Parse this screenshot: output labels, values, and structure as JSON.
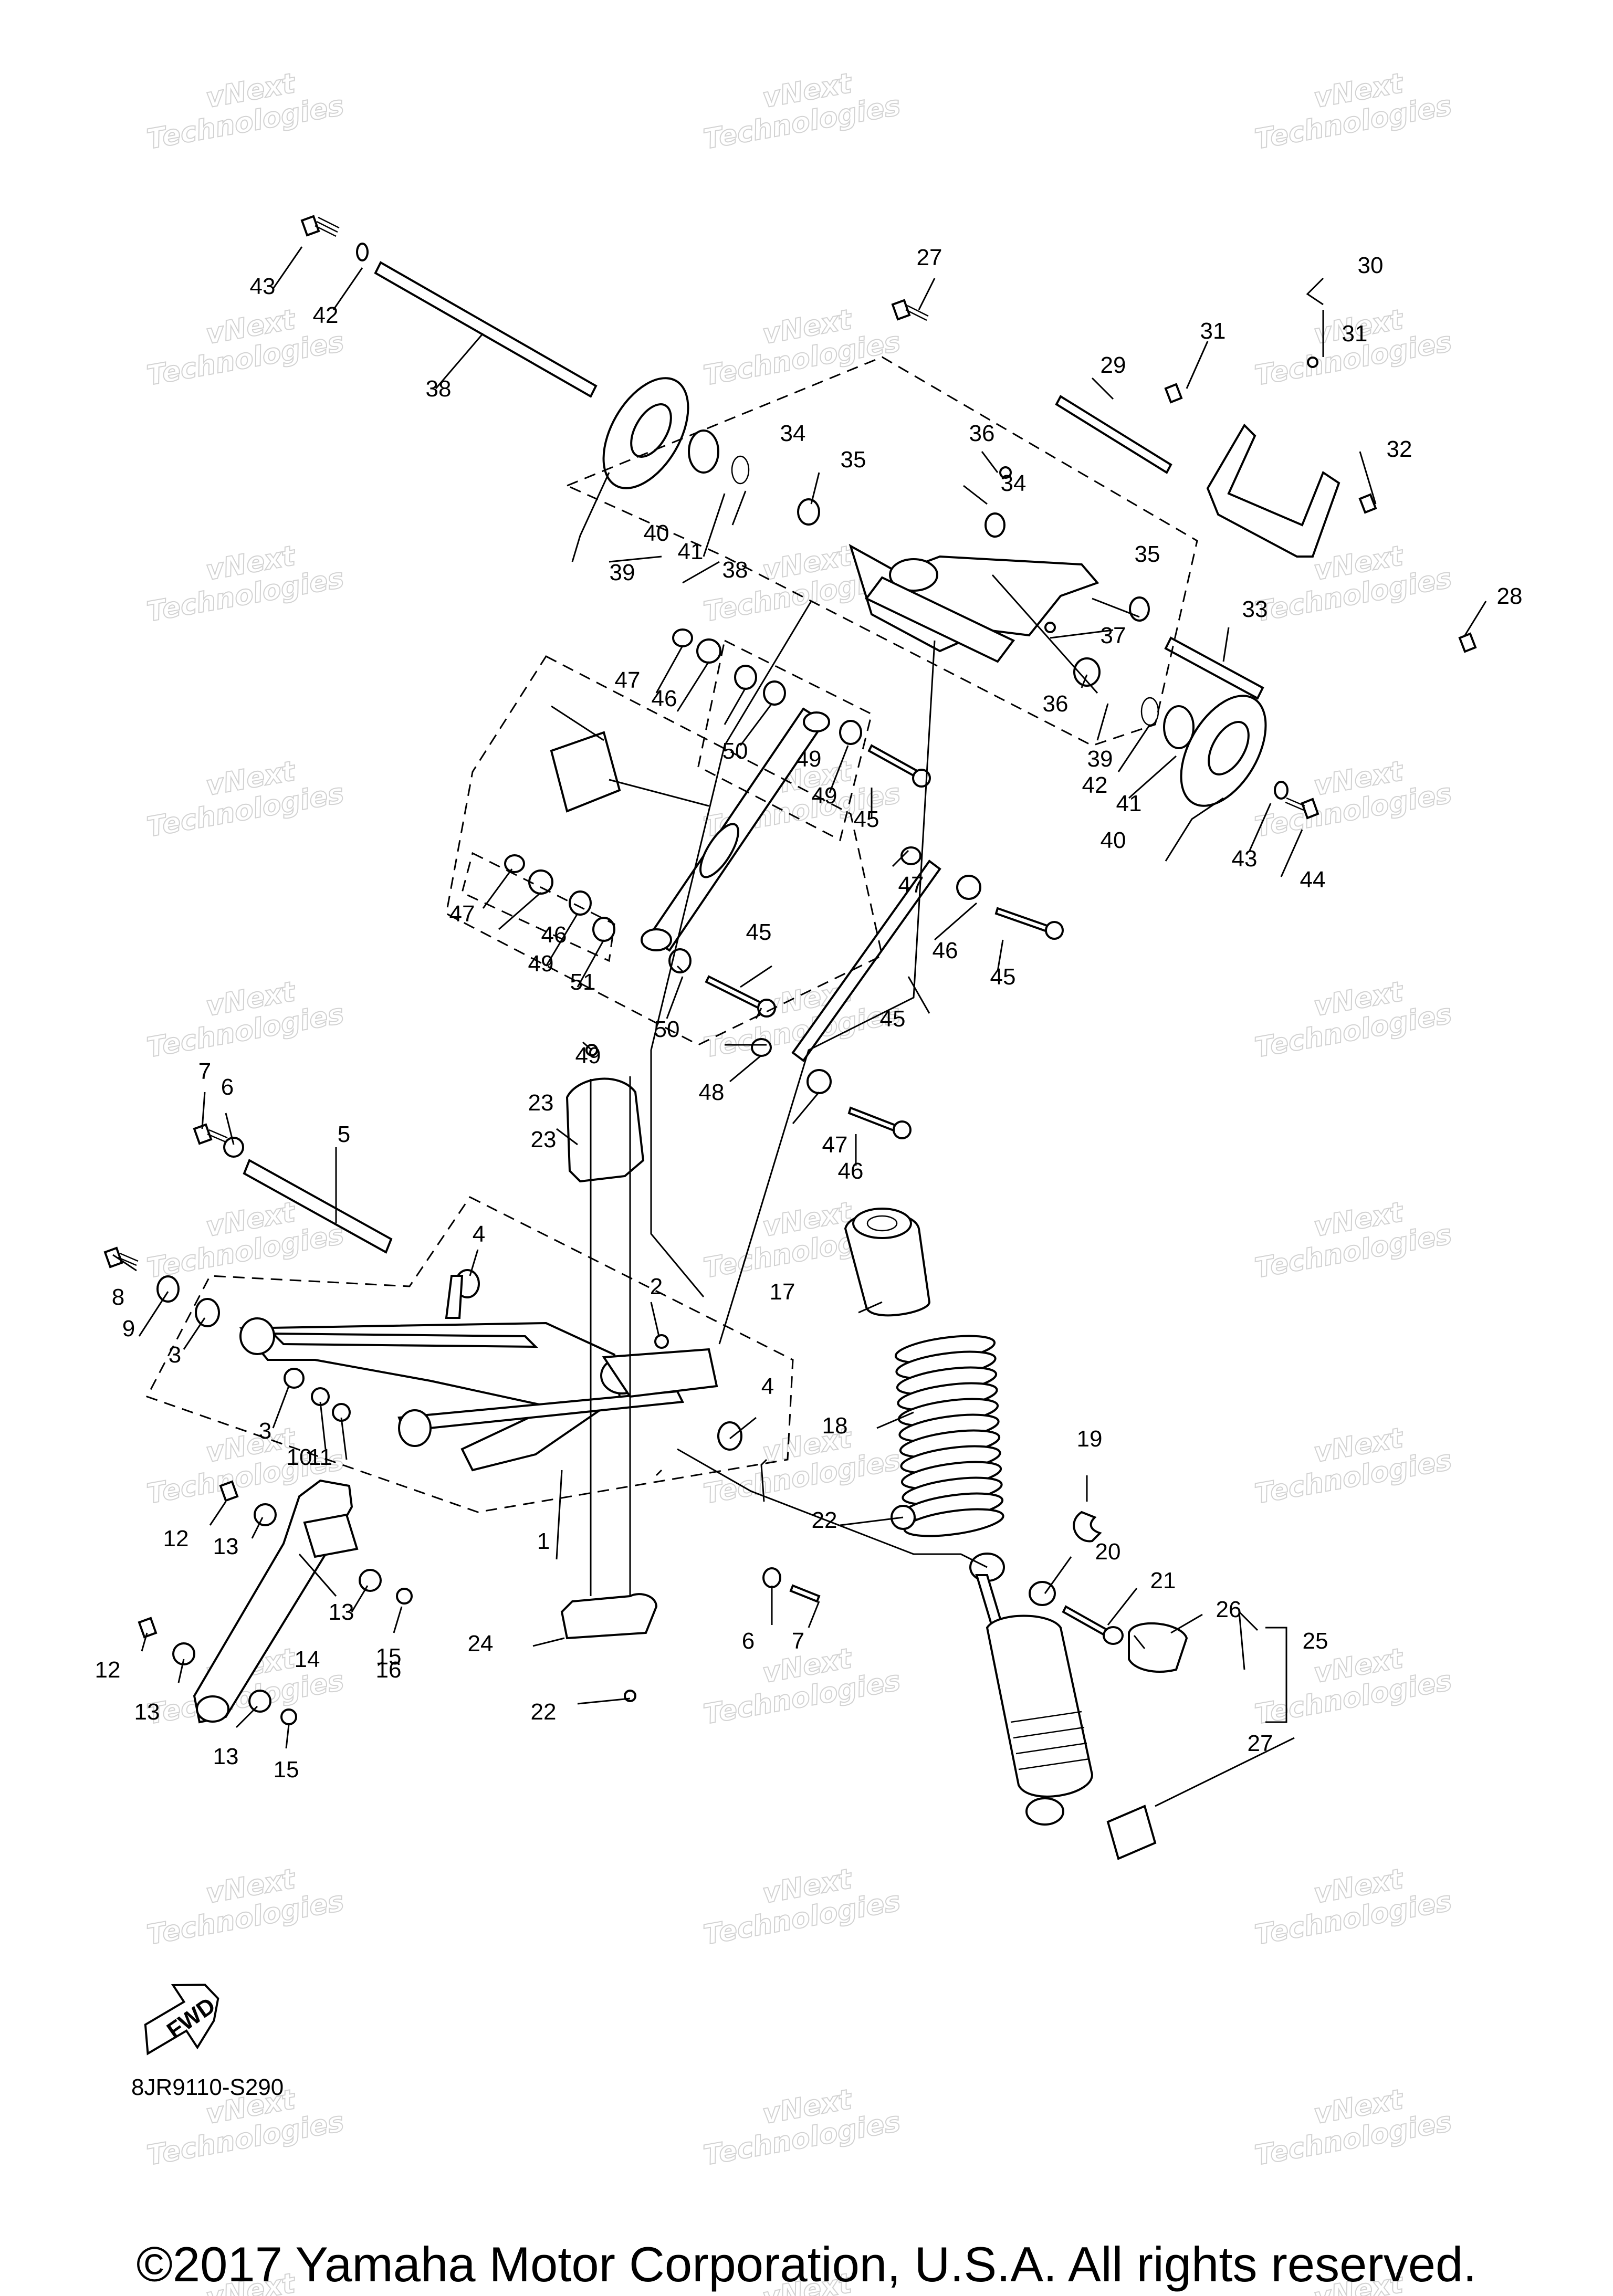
{
  "diagram": {
    "code": "8JR9110-S290",
    "fwd_label": "FWD",
    "copyright": "©2017 Yamaha Motor Corporation, U.S.A. All rights reserved.",
    "watermark": [
      "vNext",
      "Technologies"
    ],
    "callouts": [
      "1",
      "2",
      "3",
      "3",
      "4",
      "4",
      "5",
      "6",
      "6",
      "7",
      "7",
      "8",
      "9",
      "10",
      "11",
      "12",
      "12",
      "13",
      "13",
      "13",
      "13",
      "14",
      "15",
      "15",
      "16",
      "17",
      "18",
      "19",
      "20",
      "21",
      "22",
      "22",
      "23",
      "23",
      "24",
      "25",
      "26",
      "27",
      "27",
      "28",
      "29",
      "30",
      "31",
      "31",
      "32",
      "33",
      "34",
      "34",
      "35",
      "35",
      "36",
      "36",
      "37",
      "38",
      "38",
      "39",
      "39",
      "40",
      "40",
      "41",
      "41",
      "42",
      "42",
      "43",
      "43",
      "44",
      "45",
      "45",
      "45",
      "45",
      "46",
      "46",
      "46",
      "46",
      "47",
      "47",
      "47",
      "47",
      "48",
      "49",
      "49",
      "49",
      "49",
      "50",
      "50",
      "51"
    ]
  }
}
